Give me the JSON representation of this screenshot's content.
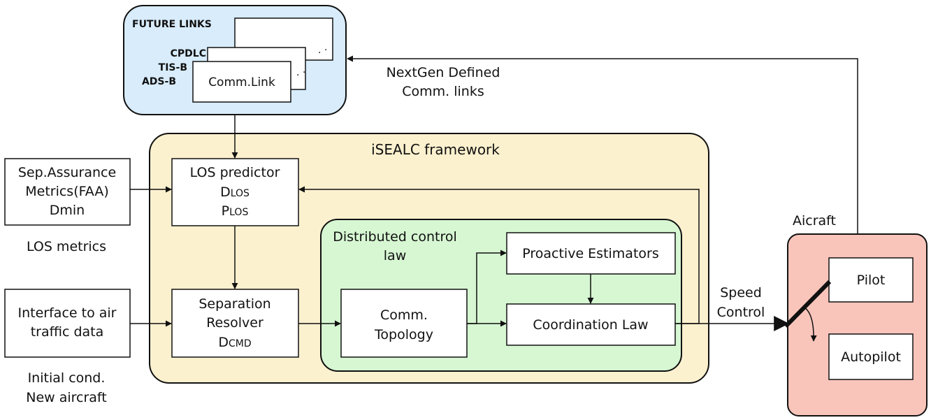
{
  "future_links": {
    "title": "FUTURE LINKS",
    "labels": [
      "CPDLC",
      "TIS-B",
      "ADS-B"
    ],
    "comm_link": "Comm.Link"
  },
  "nextgen_label": [
    "NextGen Defined",
    "Comm. links"
  ],
  "framework": {
    "title": "iSEALC framework",
    "colors": {
      "fill": "#fcf1cf",
      "stroke": "#111111"
    }
  },
  "sep_assurance": {
    "lines": [
      "Sep.Assurance",
      "Metrics(FAA)",
      "Dmin"
    ],
    "caption": "LOS metrics"
  },
  "interface_box": {
    "lines": [
      "Interface to air",
      "traffic data"
    ],
    "caption": [
      "Initial cond.",
      "New aircraft"
    ]
  },
  "los_predictor": {
    "title": "LOS predictor",
    "d_main": "D",
    "d_sub": "LOS",
    "p_main": "P",
    "p_sub": "LOS"
  },
  "separation_resolver": {
    "lines": [
      "Separation",
      "Resolver"
    ],
    "d_main": "D",
    "d_sub": "CMD"
  },
  "distributed": {
    "title": [
      "Distributed control",
      "law"
    ],
    "colors": {
      "fill": "#d6f7d2"
    }
  },
  "comm_topology": [
    "Comm.",
    "Topology"
  ],
  "proactive": "Proactive Estimators",
  "coordination": "Coordination Law",
  "speed_control": [
    "Speed",
    "Control"
  ],
  "aircraft": {
    "title": "Aicraft",
    "pilot": "Pilot",
    "autopilot": "Autopilot",
    "colors": {
      "fill": "#f9c5bb"
    }
  },
  "colors": {
    "future_fill": "#d8ecfb",
    "line": "#111111",
    "box_fill": "#ffffff"
  }
}
